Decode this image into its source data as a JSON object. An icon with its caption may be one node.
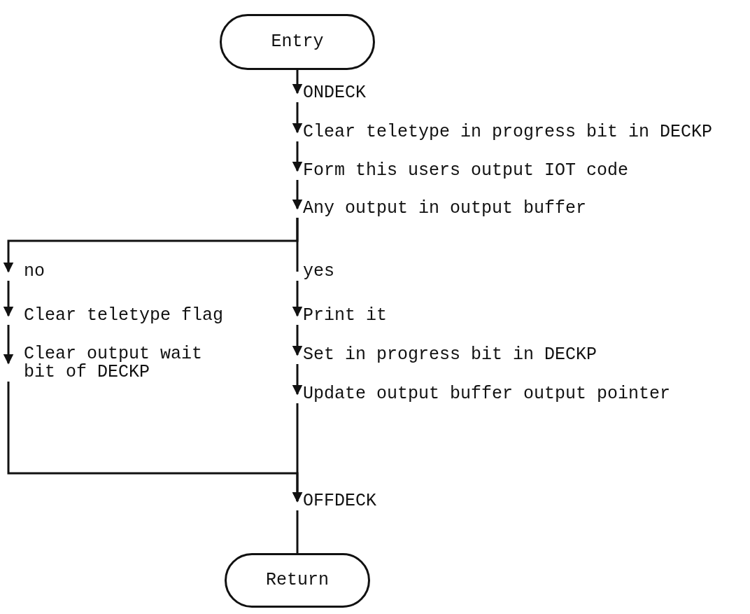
{
  "diagram": {
    "nodes": [
      {
        "text": [
          "Entry"
        ]
      },
      {
        "text": [
          "ONDECK"
        ]
      },
      {
        "text": [
          "Clear teletype in progress bit in DECKP"
        ]
      },
      {
        "text": [
          "Form this users output IOT code"
        ]
      },
      {
        "text": [
          "Any output in output buffer"
        ]
      },
      {
        "text": [
          "no"
        ]
      },
      {
        "text": [
          "Clear teletype flag"
        ]
      },
      {
        "text": [
          "Clear output wait bit of DECKP"
        ]
      },
      {
        "text": [
          "yes"
        ]
      },
      {
        "text": [
          "Print it"
        ]
      },
      {
        "text": [
          "Set in progress bit in DECKP"
        ]
      },
      {
        "text": [
          "Update output buffer output pointer"
        ]
      },
      {
        "text": [
          "OFFDECK"
        ]
      },
      {
        "text": [
          "Return"
        ]
      }
    ],
    "edges": [
      {
        "from": 0,
        "to": 1,
        "arrow": "to"
      },
      {
        "from": 1,
        "to": 2,
        "arrow": "to"
      },
      {
        "from": 2,
        "to": 3,
        "arrow": "to"
      },
      {
        "from": 3,
        "to": 4,
        "arrow": "to"
      },
      {
        "from": 4,
        "to": 5,
        "arrow": "to"
      },
      {
        "from": 5,
        "to": 6,
        "arrow": "to"
      },
      {
        "from": 6,
        "to": 7,
        "arrow": "to"
      },
      {
        "from": 4,
        "to": 8,
        "arrow": "none"
      },
      {
        "from": 8,
        "to": 9,
        "arrow": "to"
      },
      {
        "from": 9,
        "to": 10,
        "arrow": "to"
      },
      {
        "from": 10,
        "to": 11,
        "arrow": "to"
      },
      {
        "from": 11,
        "to": 12,
        "arrow": "to"
      },
      {
        "from": 7,
        "to": 12,
        "arrow": "to"
      },
      {
        "from": 12,
        "to": 13,
        "arrow": "none"
      }
    ]
  }
}
